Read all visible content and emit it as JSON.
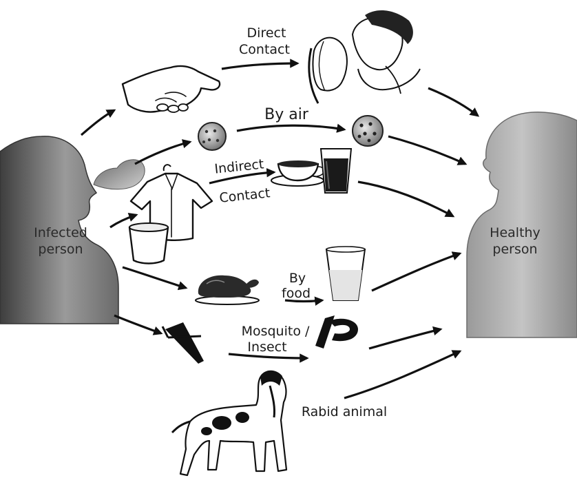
{
  "people": {
    "infected": {
      "line1": "Infected",
      "line2": "person"
    },
    "healthy": {
      "line1": "Healthy",
      "line2": "person"
    }
  },
  "routes": {
    "direct_contact": {
      "line1": "Direct",
      "line2": "Contact"
    },
    "by_air": "By air",
    "indirect_contact": {
      "line1": "Indirect",
      "line2": "Contact"
    },
    "by_food": {
      "line1": "By",
      "line2": "food"
    },
    "mosquito_insect": {
      "line1": "Mosquito /",
      "line2": "Insect"
    },
    "rabid_animal": "Rabid animal"
  },
  "icons": [
    "handshake-icon",
    "kissing-couple-icon",
    "germ-droplet-icon",
    "germ-droplet-large-icon",
    "sneeze-cloud-icon",
    "shirt-icon",
    "bucket-icon",
    "coffee-cup-icon",
    "drink-glass-icon",
    "roast-chicken-icon",
    "milk-glass-icon",
    "mosquito-icon",
    "insect-icon",
    "dog-icon"
  ],
  "colors": {
    "silhouette_dark": "#5a5a5a",
    "silhouette_light": "#b8b8b8",
    "ink": "#111111"
  }
}
